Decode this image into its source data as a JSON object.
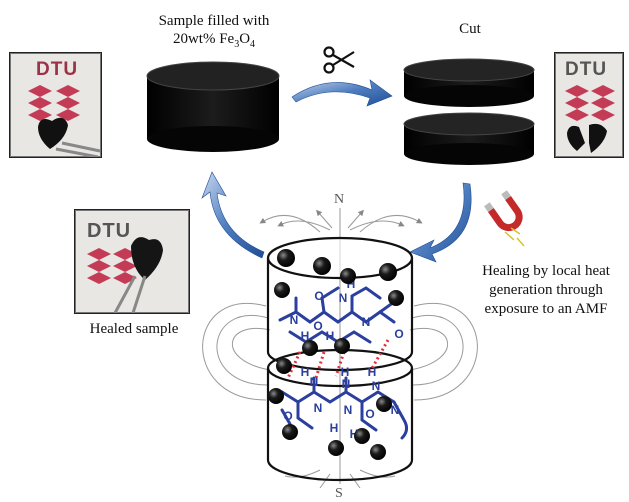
{
  "labels": {
    "sample_line1": "Sample filled with",
    "sample_line2_prefix": "20wt% Fe",
    "sample_sub1": "3",
    "sample_mid": "O",
    "sample_sub2": "4",
    "cut": "Cut",
    "healed": "Healed sample",
    "healing_1": "Healing by local heat",
    "healing_2": "generation through",
    "healing_3": "exposure to an AMF",
    "north": "N",
    "south": "S"
  },
  "photos": {
    "logo_text": "DTU"
  },
  "molecule": {
    "atom_labels": [
      "O",
      "N",
      "H",
      "N",
      "H",
      "H",
      "N",
      "O",
      "O",
      "N",
      "H",
      "N",
      "H",
      "N",
      "H",
      "O",
      "O",
      "N",
      "H",
      "N",
      "H",
      "N"
    ]
  },
  "colors": {
    "cylinder": "#0d0d0d",
    "arrow_blue": "#2f5fa8",
    "molecule_blue": "#2a3f9e",
    "hbond_red": "#e0303a",
    "logo_red": "#c43b56"
  }
}
